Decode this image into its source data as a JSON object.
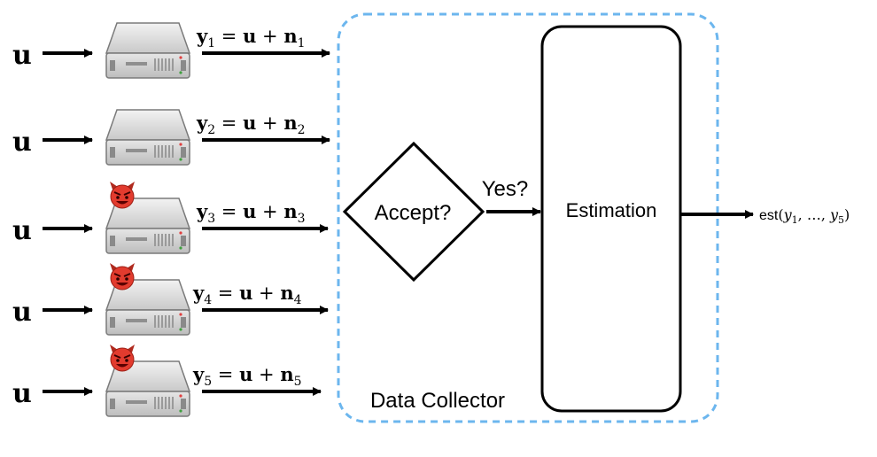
{
  "inputs": [
    {
      "input": "u",
      "y": "y",
      "sub": "1",
      "rhs_u": "u",
      "n": "n",
      "malicious": false
    },
    {
      "input": "u",
      "y": "y",
      "sub": "2",
      "rhs_u": "u",
      "n": "n",
      "malicious": false
    },
    {
      "input": "u",
      "y": "y",
      "sub": "3",
      "rhs_u": "u",
      "n": "n",
      "malicious": true
    },
    {
      "input": "u",
      "y": "y",
      "sub": "4",
      "rhs_u": "u",
      "n": "n",
      "malicious": true
    },
    {
      "input": "u",
      "y": "y",
      "sub": "5",
      "rhs_u": "u",
      "n": "n",
      "malicious": true
    }
  ],
  "collector": {
    "label": "Data Collector",
    "border_color": "#6cb6ee",
    "accept_label": "Accept?",
    "yes_label": "Yes?",
    "estimation_label": "Estimation"
  },
  "output": {
    "prefix": "est",
    "y1": "y",
    "sub1": "1",
    "dots": "…",
    "y5": "y",
    "sub5": "5"
  },
  "colors": {
    "devil": "#e23b2e",
    "server_body": "#d9d9d9",
    "server_dark": "#9a9a9a"
  }
}
